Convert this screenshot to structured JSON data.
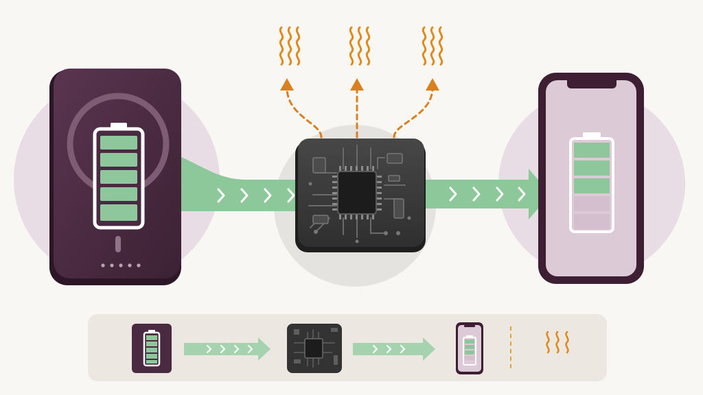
{
  "diagram": {
    "nodes": [
      {
        "id": "power-bank",
        "icon": "power-bank-icon",
        "battery_level": 1.0
      },
      {
        "id": "charging-circuit",
        "icon": "microchip-icon"
      },
      {
        "id": "smartphone",
        "icon": "smartphone-icon",
        "battery_level": 0.6
      }
    ],
    "edges": [
      {
        "from": "power-bank",
        "to": "charging-circuit",
        "style": "energy-flow-arrow"
      },
      {
        "from": "charging-circuit",
        "to": "smartphone",
        "style": "energy-flow-arrow"
      },
      {
        "from": "charging-circuit",
        "to": "heat",
        "style": "dashed-heat-arrow",
        "count": 3
      }
    ],
    "legend_strip": {
      "items": [
        "power-bank-icon",
        "flow-arrow-icon",
        "microchip-icon",
        "flow-arrow-icon",
        "smartphone-icon",
        "dashed-line-icon",
        "heat-waves-icon"
      ]
    },
    "colors": {
      "background": "#f8f7f4",
      "device_plum": "#4a2a40",
      "battery_green": "#8fc79d",
      "flow_green": "#8dc89a",
      "heat_orange": "#d9801f",
      "chip_dark": "#3b3b3b",
      "halo_lilac": "#e7dce4",
      "halo_grey": "#e2e1de"
    }
  }
}
